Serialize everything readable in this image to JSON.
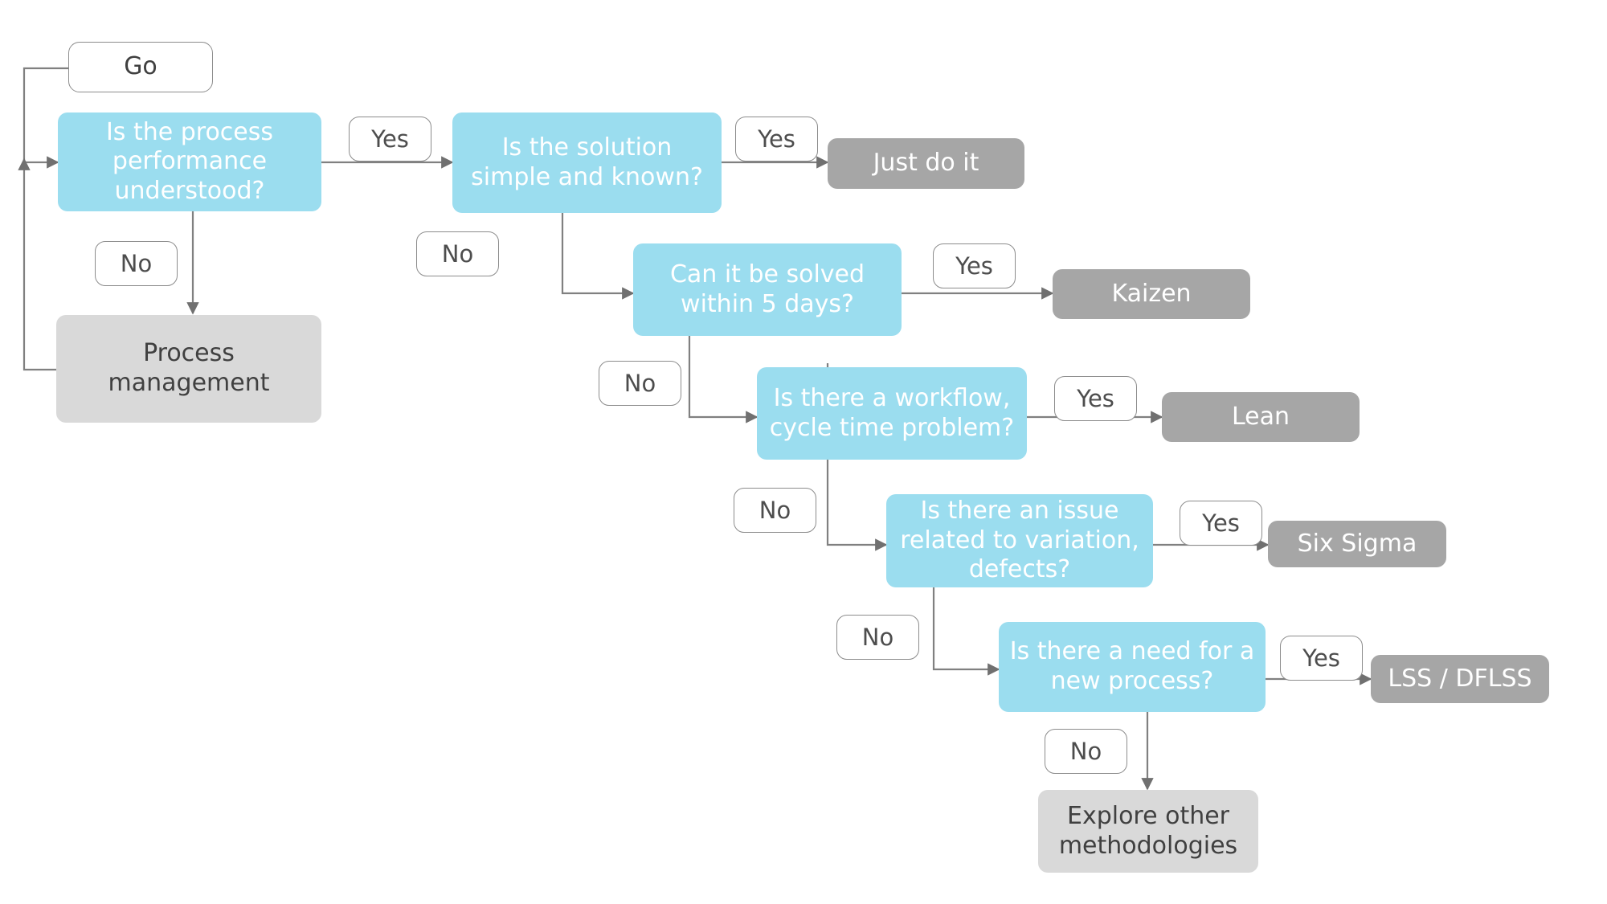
{
  "diagram": {
    "title": "Lean Six Sigma methodology selection flowchart",
    "colors": {
      "decision_fill": "#9BDDEF",
      "terminal_dark_fill": "#A6A6A6",
      "terminal_light_fill": "#D9D9D9",
      "label_border": "#8C8C8C",
      "edge_stroke": "#808080",
      "text_dark": "#404040",
      "text_light": "#FFFFFF",
      "canvas": "#FFFFFF"
    },
    "nodes": {
      "start": {
        "label": "Go",
        "kind": "start"
      },
      "d1": {
        "label": "Is the process\nperformance\nunderstood?",
        "kind": "decision"
      },
      "d2": {
        "label": "Is the solution\nsimple and known?",
        "kind": "decision"
      },
      "d3": {
        "label": "Can it be solved\nwithin 5 days?",
        "kind": "decision"
      },
      "d4": {
        "label": "Is there a workflow,\ncycle time problem?",
        "kind": "decision"
      },
      "d5": {
        "label": "Is there an issue\nrelated to variation,\ndefects?",
        "kind": "decision"
      },
      "d6": {
        "label": "Is there a need for a\nnew process?",
        "kind": "decision"
      },
      "t_process_mgmt": {
        "label": "Process\nmanagement",
        "kind": "terminal-light"
      },
      "t_just_do_it": {
        "label": "Just do it",
        "kind": "terminal-dark"
      },
      "t_kaizen": {
        "label": "Kaizen",
        "kind": "terminal-dark"
      },
      "t_lean": {
        "label": "Lean",
        "kind": "terminal-dark"
      },
      "t_six_sigma": {
        "label": "Six Sigma",
        "kind": "terminal-dark"
      },
      "t_lss_dflss": {
        "label": "LSS / DFLSS",
        "kind": "terminal-dark"
      },
      "t_explore": {
        "label": "Explore other\nmethodologies",
        "kind": "terminal-light"
      }
    },
    "edge_labels": {
      "yes1": "Yes",
      "no1": "No",
      "yes2": "Yes",
      "no2": "No",
      "yes3": "Yes",
      "no3": "No",
      "yes4": "Yes",
      "no4": "No",
      "yes5": "Yes",
      "no5": "No",
      "yes6": "Yes",
      "no6": "No"
    }
  }
}
